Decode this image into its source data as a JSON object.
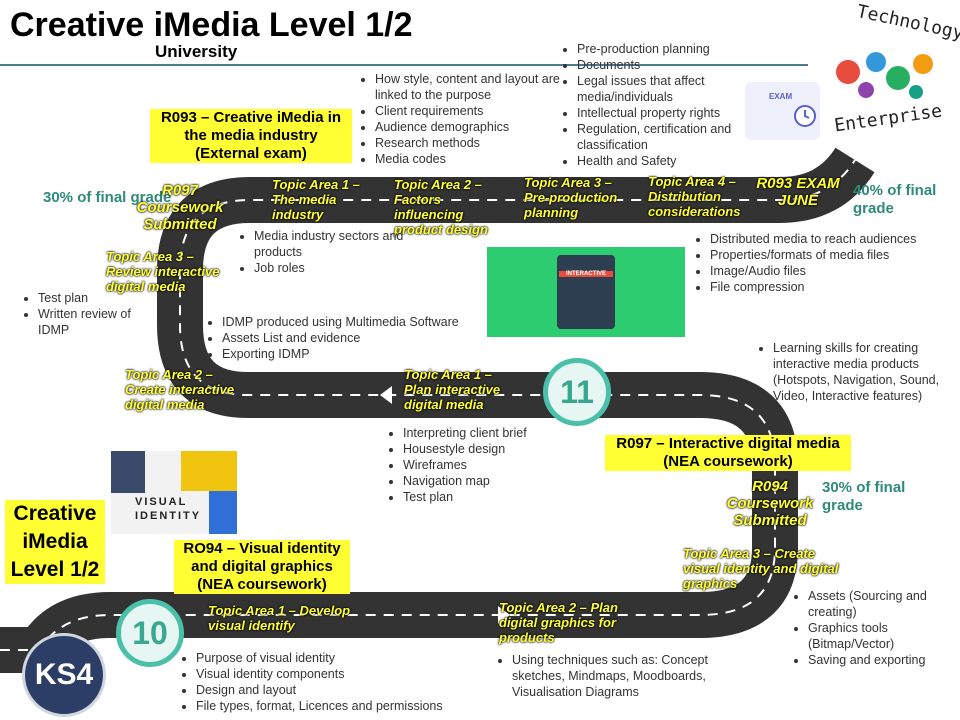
{
  "header": {
    "title": "Creative iMedia Level 1/2",
    "subtitle": "University"
  },
  "logo": {
    "line1": "Technology",
    "line2": "Enterprise"
  },
  "units": {
    "r093": "R093 – Creative iMedia in the media industry (External exam)",
    "r097": "R097 – Interactive digital media (NEA coursework)",
    "r094": "RO94 – Visual identity and digital graphics (NEA coursework)"
  },
  "r093_topics": {
    "t1": "Topic Area 1 – The media industry",
    "t2": "Topic Area 2 – Factors influencing product design",
    "t3": "Topic Area 3 – Pre-production planning",
    "t4": "Topic Area 4 – Distribution considerations"
  },
  "r097_topics": {
    "t1": "Topic Area 1 – Plan interactive digital media",
    "t2": "Topic Area 2 – Create interactive digital media",
    "t3": "Topic Area 3 – Review interactive digital media"
  },
  "r094_topics": {
    "t1": "Topic Area 1 – Develop visual identify",
    "t2": "Topic Area 2 – Plan digital graphics for products",
    "t3": "Topic Area 3 – Create visual identity and digital graphics"
  },
  "milestones": {
    "exam": "R093 EXAM JUNE",
    "r097_sub": "R097 Coursework Submitted",
    "r094_sub": "R094 Coursework Submitted"
  },
  "grades": {
    "left": "30% of final grade",
    "exam": "40% of final grade",
    "r094": "30% of final grade"
  },
  "bullets": {
    "top_a": [
      "How style, content and layout are linked to the purpose",
      "Client requirements",
      "Audience demographics",
      "Research methods",
      "Media codes"
    ],
    "top_b": [
      "Pre-production planning",
      "Documents",
      "Legal issues that affect media/individuals",
      "Intellectual property rights",
      "Regulation, certification and classification",
      "Health and Safety"
    ],
    "media": [
      "Media industry sectors and products",
      "Job roles"
    ],
    "distrib": [
      "Distributed media to reach audiences",
      "Properties/formats of media files",
      "Image/Audio files",
      "File compression"
    ],
    "review": [
      "Test plan",
      "Written review of IDMP"
    ],
    "idmp": [
      "IDMP produced using Multimedia Software",
      "Assets List and evidence",
      "Exporting IDMP"
    ],
    "learning": [
      "Learning skills for creating interactive media products (Hotspots, Navigation, Sound, Video, Interactive features)"
    ],
    "plan": [
      "Interpreting client brief",
      "Housestyle design",
      "Wireframes",
      "Navigation map",
      "Test plan"
    ],
    "assets": [
      "Assets (Sourcing and creating)",
      "Graphics tools (Bitmap/Vector)",
      "Saving and exporting"
    ],
    "visual": [
      "Purpose of visual identity",
      "Visual identity components",
      "Design and layout",
      "File types, format, Licences and permissions"
    ],
    "techniques": [
      "Using techniques such as: Concept sketches, Mindmaps, Moodboards, Visualisation Diagrams"
    ]
  },
  "side": {
    "creative": "Creative iMedia Level 1/2",
    "ks4": "KS4",
    "y10": "10",
    "y11": "11"
  },
  "images": {
    "interactive": "INTERACTIVE",
    "exam": "EXAM",
    "visual": "VISUAL IDENTITY"
  },
  "colors": {
    "road": "#333333",
    "highlight": "#ffff33",
    "teal": "#2f8a7a",
    "ring": "#4ac0a8"
  }
}
